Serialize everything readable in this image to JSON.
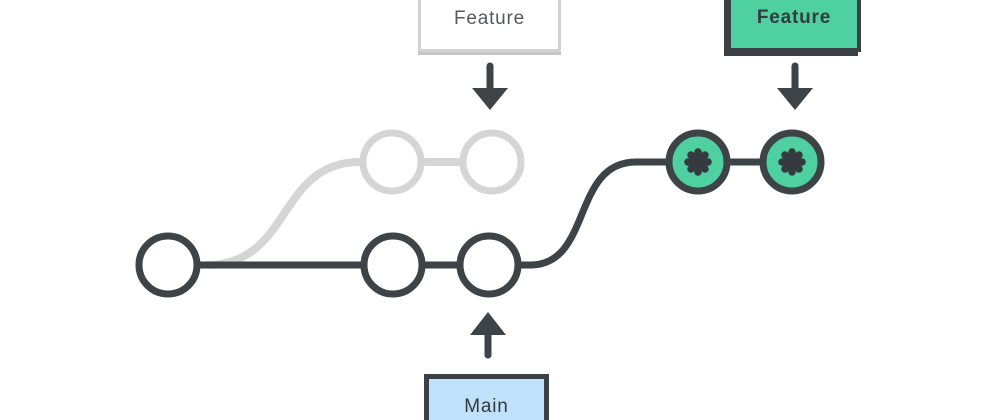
{
  "diagram": {
    "type": "git-branching",
    "colors": {
      "dark": "#3e4347",
      "light_gray": "#d5d5d5",
      "green": "#4fd0a0",
      "blue_fill": "#bfe2fa",
      "white": "#ffffff",
      "white_box_text": "#55595e",
      "green_box_text": "#343b41",
      "blue_box_text": "#33383d"
    },
    "boxes": [
      {
        "label": "Feature",
        "variant": "white",
        "arrow": "down",
        "points_to": "stale feature branch"
      },
      {
        "label": "Feature",
        "variant": "green",
        "arrow": "down",
        "points_to": "updated feature branch"
      },
      {
        "label": "Main",
        "variant": "blue",
        "arrow": "up",
        "points_to": "main branch"
      }
    ],
    "branches": [
      {
        "name": "feature-original",
        "line_color": "light-gray",
        "commit_count": 2,
        "commit_style": "empty-circle-light-outline"
      },
      {
        "name": "main",
        "line_color": "dark",
        "commit_count": 3,
        "commit_style": "empty-circle-dark-outline"
      },
      {
        "name": "feature-updated",
        "line_color": "dark",
        "commit_count": 2,
        "commit_style": "green-circle-asterisk"
      }
    ],
    "icons": [
      "arrow-down-icon",
      "arrow-up-icon",
      "asterisk-icon"
    ]
  }
}
